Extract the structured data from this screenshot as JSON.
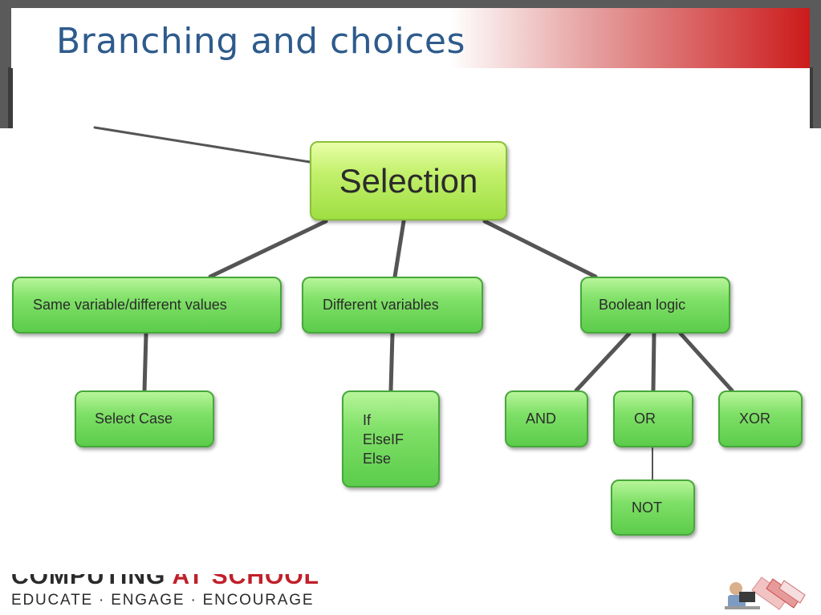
{
  "slide": {
    "title": "Branching and choices"
  },
  "diagram": {
    "nodes": [
      {
        "id": "selection",
        "label": "Selection"
      },
      {
        "id": "same-var",
        "label": "Same variable/different values"
      },
      {
        "id": "diff-vars",
        "label": "Different variables"
      },
      {
        "id": "boolean",
        "label": "Boolean logic"
      },
      {
        "id": "select-case",
        "label": "Select Case"
      },
      {
        "id": "if-elseif",
        "lines": [
          "If",
          "ElseIF",
          "Else"
        ]
      },
      {
        "id": "and",
        "label": "AND"
      },
      {
        "id": "or",
        "label": "OR"
      },
      {
        "id": "xor",
        "label": "XOR"
      },
      {
        "id": "not",
        "label": "NOT"
      }
    ]
  },
  "footer": {
    "logo_part1": "COMPUTING ",
    "logo_part2": "AT SCHOOL",
    "tagline": "EDUCATE · ENGAGE · ENCOURAGE"
  },
  "colors": {
    "title": "#2e5b8c",
    "node_fill": "#7fe067",
    "node_border": "#47a83a",
    "selection_fill": "#c3f06c",
    "connector": "#555555",
    "accent_red": "#cc1b1b"
  }
}
